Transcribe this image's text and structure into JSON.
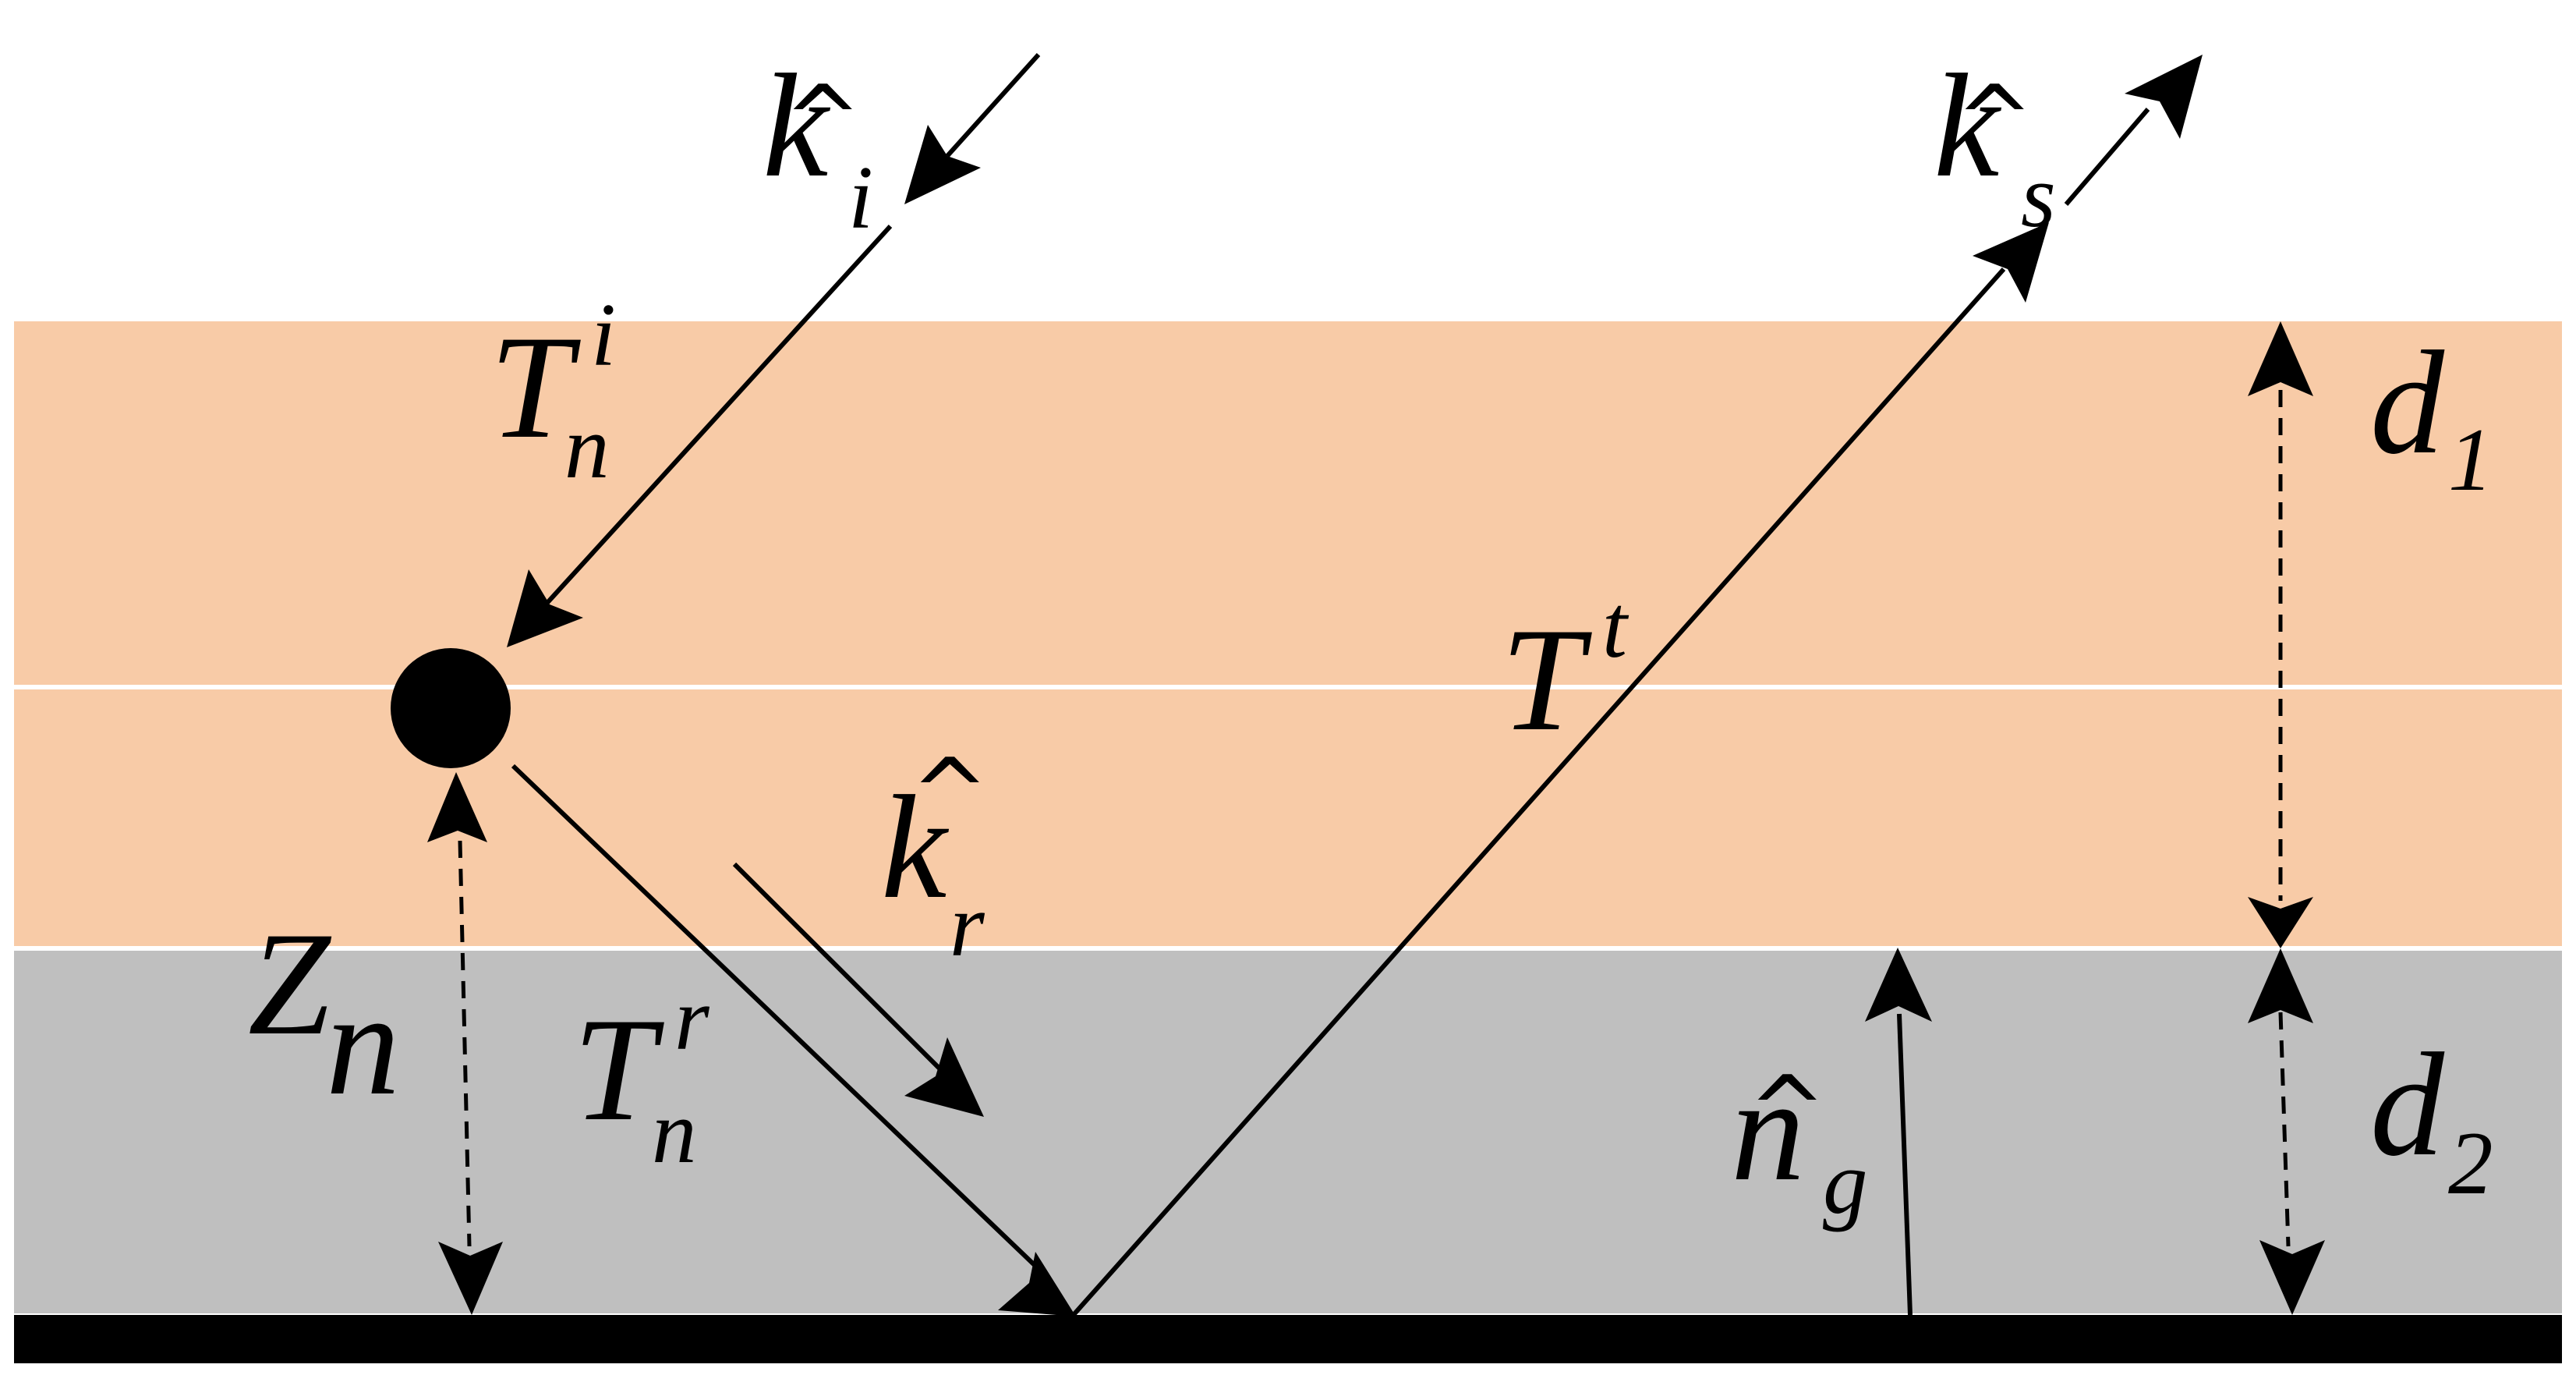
{
  "colors": {
    "layer1": "#f8cba7",
    "layer2": "#bfbfbf",
    "ground": "#000000",
    "ink": "#000000"
  },
  "labels": {
    "k_i": {
      "base": "k",
      "sub": "i",
      "hat": "^"
    },
    "k_s": {
      "base": "k",
      "sub": "s",
      "hat": "^"
    },
    "k_r": {
      "base": "k",
      "sub": "r",
      "hat": "^"
    },
    "n_g": {
      "base": "n",
      "sub": "g",
      "hat": "^"
    },
    "T_i": {
      "base": "T",
      "sub": "n",
      "sup": "i"
    },
    "T_r": {
      "base": "T",
      "sub": "n",
      "sup": "r"
    },
    "T_t": {
      "base": "T",
      "sup": "t"
    },
    "Z_n": {
      "base": "Z",
      "sub": "n"
    },
    "d_1": {
      "base": "d",
      "sub": "1"
    },
    "d_2": {
      "base": "d",
      "sub": "2"
    }
  }
}
